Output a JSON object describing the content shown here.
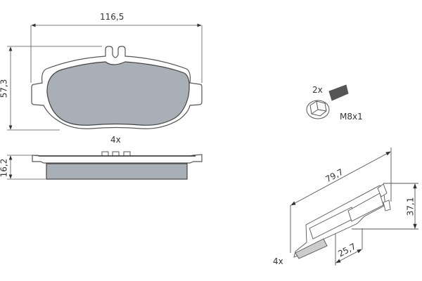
{
  "diagram": {
    "title": "Brake pad set technical drawing",
    "colors": {
      "line": "#555555",
      "pad_fill": "#a9afb6",
      "background": "#ffffff"
    },
    "pad": {
      "width_label": "116,5",
      "height_label": "57,3",
      "thickness_label": "16,2",
      "quantity_label": "4x"
    },
    "bolt": {
      "quantity_label": "2x",
      "thread_label": "M8x1"
    },
    "clip": {
      "length_label": "79,7",
      "height_label": "37,1",
      "width_label": "25,7",
      "quantity_label": "4x"
    }
  }
}
